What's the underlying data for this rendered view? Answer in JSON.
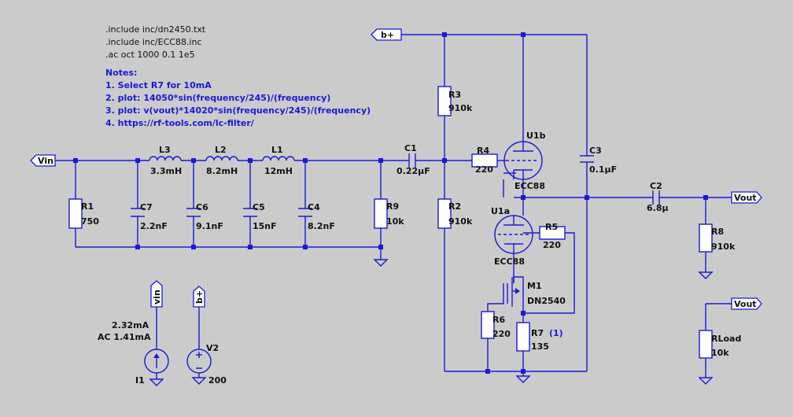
{
  "directives": [
    ".include inc/dn2450.txt",
    ".include inc/ECC88.inc",
    ".ac oct 1000 0.1 1e5"
  ],
  "notes": {
    "title": "Notes:",
    "lines": [
      "1. Select R7 for 10mA",
      "2. plot: 14050*sin(frequency/245)/(frequency)",
      "3. plot: v(vout)*14020*sin(frequency/245)/(frequency)",
      "4. https://rf-tools.com/lc-filter/"
    ]
  },
  "nets": {
    "vin": "Vin",
    "bplus": "b+",
    "vout": "Vout",
    "vout2": "Vout",
    "vin_small": "vin",
    "bplus_small": "b+"
  },
  "components": {
    "r1": {
      "name": "R1",
      "value": "750"
    },
    "r2": {
      "name": "R2",
      "value": "910k"
    },
    "r3": {
      "name": "R3",
      "value": "910k"
    },
    "r4": {
      "name": "R4",
      "value": "220"
    },
    "r5": {
      "name": "R5",
      "value": "220"
    },
    "r6": {
      "name": "R6",
      "value": "220"
    },
    "r7": {
      "name": "R7",
      "value": "135",
      "note": "(1)"
    },
    "r8": {
      "name": "R8",
      "value": "910k"
    },
    "r9": {
      "name": "R9",
      "value": "10k"
    },
    "rload": {
      "name": "RLoad",
      "value": "10k"
    },
    "c1": {
      "name": "C1",
      "value": "0.22µF"
    },
    "c2": {
      "name": "C2",
      "value": "6.8µ"
    },
    "c3": {
      "name": "C3",
      "value": "0.1µF"
    },
    "c4": {
      "name": "C4",
      "value": "8.2nF"
    },
    "c5": {
      "name": "C5",
      "value": "15nF"
    },
    "c6": {
      "name": "C6",
      "value": "9.1nF"
    },
    "c7": {
      "name": "C7",
      "value": "2.2nF"
    },
    "l1": {
      "name": "L1",
      "value": "12mH"
    },
    "l2": {
      "name": "L2",
      "value": "8.2mH"
    },
    "l3": {
      "name": "L3",
      "value": "3.3mH"
    },
    "u1a": {
      "name": "U1a",
      "value": "ECC88"
    },
    "u1b": {
      "name": "U1b",
      "value": "ECC88"
    },
    "m1": {
      "name": "M1",
      "value": "DN2540"
    },
    "i1": {
      "name": "I1",
      "dc": "2.32mA",
      "ac": "AC 1.41mA"
    },
    "v2": {
      "name": "V2",
      "value": "200"
    }
  },
  "colors": {
    "background": "#cbcbcb",
    "wire": "#1a1ad6",
    "text": "#111111",
    "note": "#1a1ad6"
  }
}
